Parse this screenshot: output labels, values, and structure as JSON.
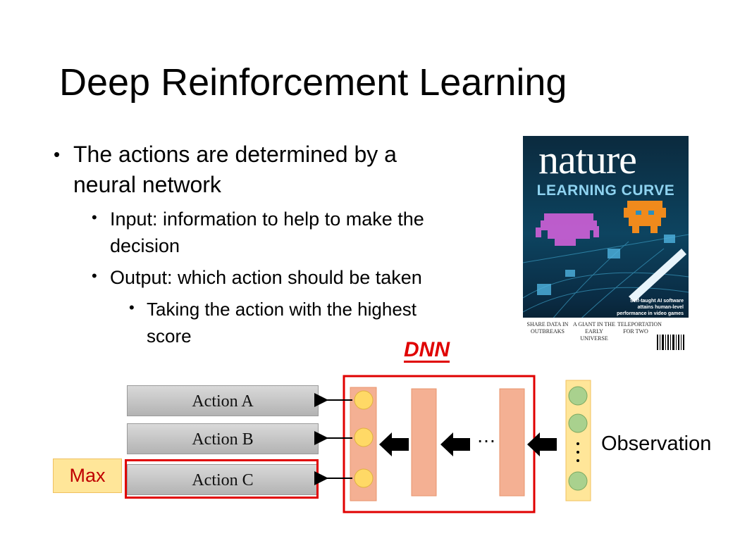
{
  "slide": {
    "title": "Deep Reinforcement Learning"
  },
  "bullets": [
    {
      "level": 1,
      "lines": [
        "The actions are determined by a",
        "neural network"
      ]
    },
    {
      "level": 2,
      "lines": [
        "Input: information to help to make the",
        "decision"
      ]
    },
    {
      "level": 2,
      "lines": [
        "Output: which action should be taken"
      ]
    },
    {
      "level": 3,
      "lines": [
        "Taking the action with the highest",
        "score"
      ]
    }
  ],
  "cover": {
    "masthead": "nature",
    "headline": "LEARNING CURVE",
    "tagline": "Self-taught AI software attains human-level performance in video games",
    "col1": "SHARE DATA IN OUTBREAKS",
    "col2": "A GIANT IN THE EARLY UNIVERSE",
    "col3": "TELEPORTATION FOR TWO"
  },
  "diagram": {
    "actions": [
      "Action A",
      "Action B",
      "Action C"
    ],
    "selected_action_index": 2,
    "max_label": "Max",
    "dnn_label": "DNN",
    "ellipsis": "…",
    "observation_label": "Observation",
    "colors": {
      "highlight": "#e00000",
      "layer": "#f4b093",
      "output_node": "#ffd966",
      "input_node": "#a9d18e",
      "input_column": "#ffe699"
    }
  }
}
